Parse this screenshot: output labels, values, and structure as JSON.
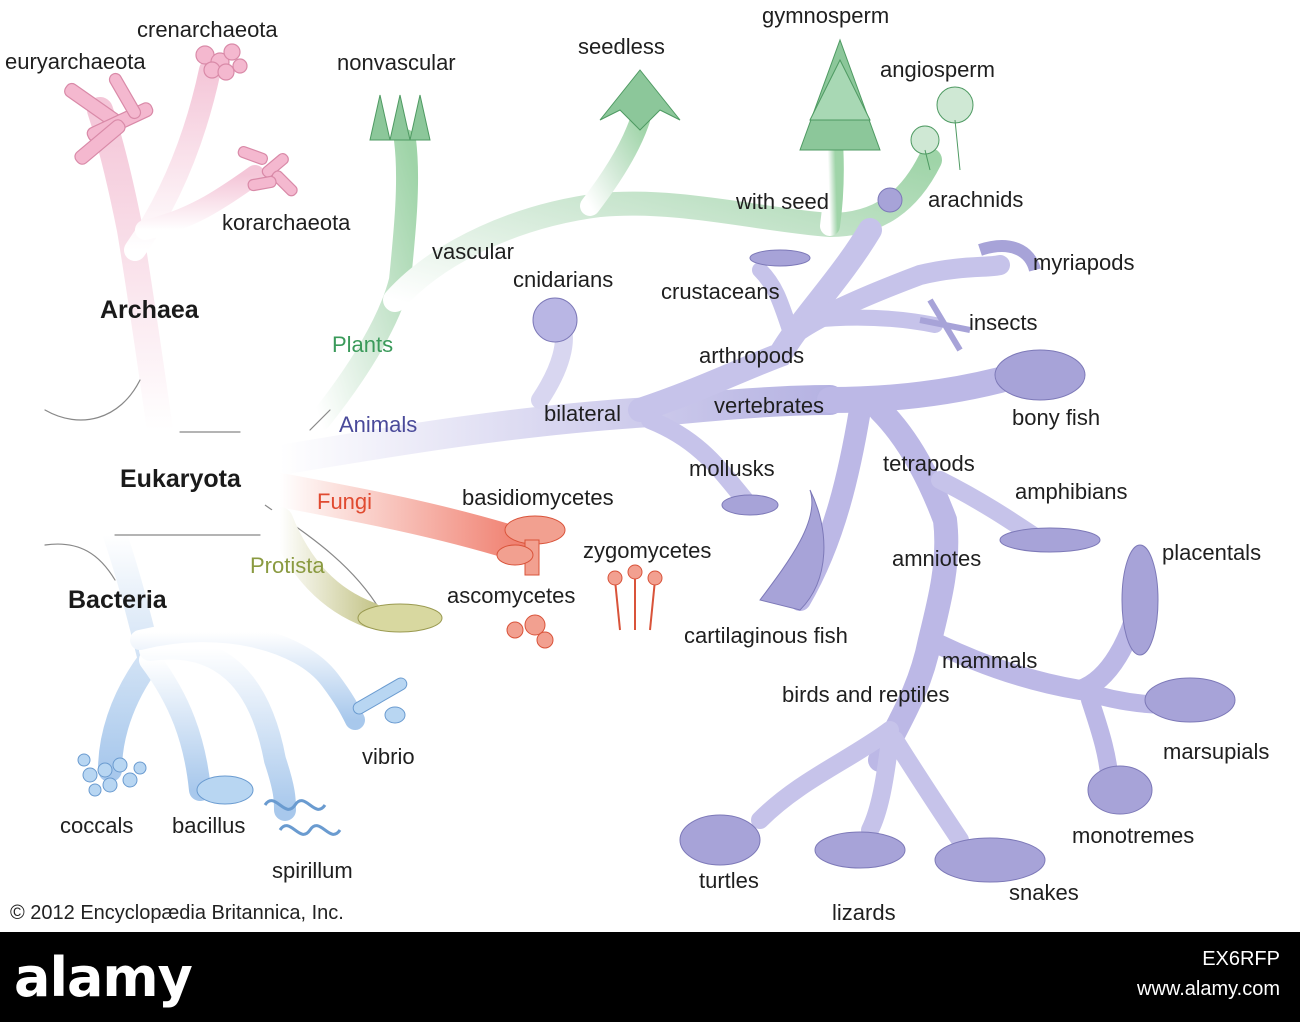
{
  "groups": {
    "archaea": "Archaea",
    "eukaryota": "Eukaryota",
    "bacteria": "Bacteria"
  },
  "kingdoms": {
    "plants": "Plants",
    "animals": "Animals",
    "fungi": "Fungi",
    "protista": "Protista"
  },
  "labels": {
    "euryarchaeota": "euryarchaeota",
    "crenarchaeota": "crenarchaeota",
    "korarchaeota": "korarchaeota",
    "nonvascular": "nonvascular",
    "seedless": "seedless",
    "gymnosperm": "gymnosperm",
    "angiosperm": "angiosperm",
    "vascular": "vascular",
    "with_seed": "with seed",
    "arachnids": "arachnids",
    "crustaceans": "crustaceans",
    "myriapods": "myriapods",
    "cnidarians": "cnidarians",
    "insects": "insects",
    "arthropods": "arthropods",
    "bilateral": "bilateral",
    "vertebrates": "vertebrates",
    "bony_fish": "bony fish",
    "mollusks": "mollusks",
    "tetrapods": "tetrapods",
    "amphibians": "amphibians",
    "basidiomycetes": "basidiomycetes",
    "zygomycetes": "zygomycetes",
    "ascomycetes": "ascomycetes",
    "amniotes": "amniotes",
    "placentals": "placentals",
    "cartilaginous_fish": "cartilaginous fish",
    "mammals": "mammals",
    "birds_and_reptiles": "birds and reptiles",
    "marsupials": "marsupials",
    "vibrio": "vibrio",
    "coccals": "coccals",
    "bacillus": "bacillus",
    "monotremes": "monotremes",
    "spirillum": "spirillum",
    "turtles": "turtles",
    "snakes": "snakes",
    "lizards": "lizards"
  },
  "copyright": "© 2012 Encyclopædia Britannica, Inc.",
  "watermark": {
    "logo": "alamy",
    "image_id": "EX6RFP",
    "url": "www.alamy.com"
  },
  "colors": {
    "archaea": "#f4c6d8",
    "plants": "#9fd4a8",
    "animals": "#a9a6dd",
    "fungi": "#f08070",
    "protista": "#c8c890",
    "bacteria": "#a8c8ec",
    "plants_label": "#3a9a5a",
    "animals_label": "#4a4a9a",
    "fungi_label": "#e04a30",
    "protista_label": "#8a9a40"
  }
}
